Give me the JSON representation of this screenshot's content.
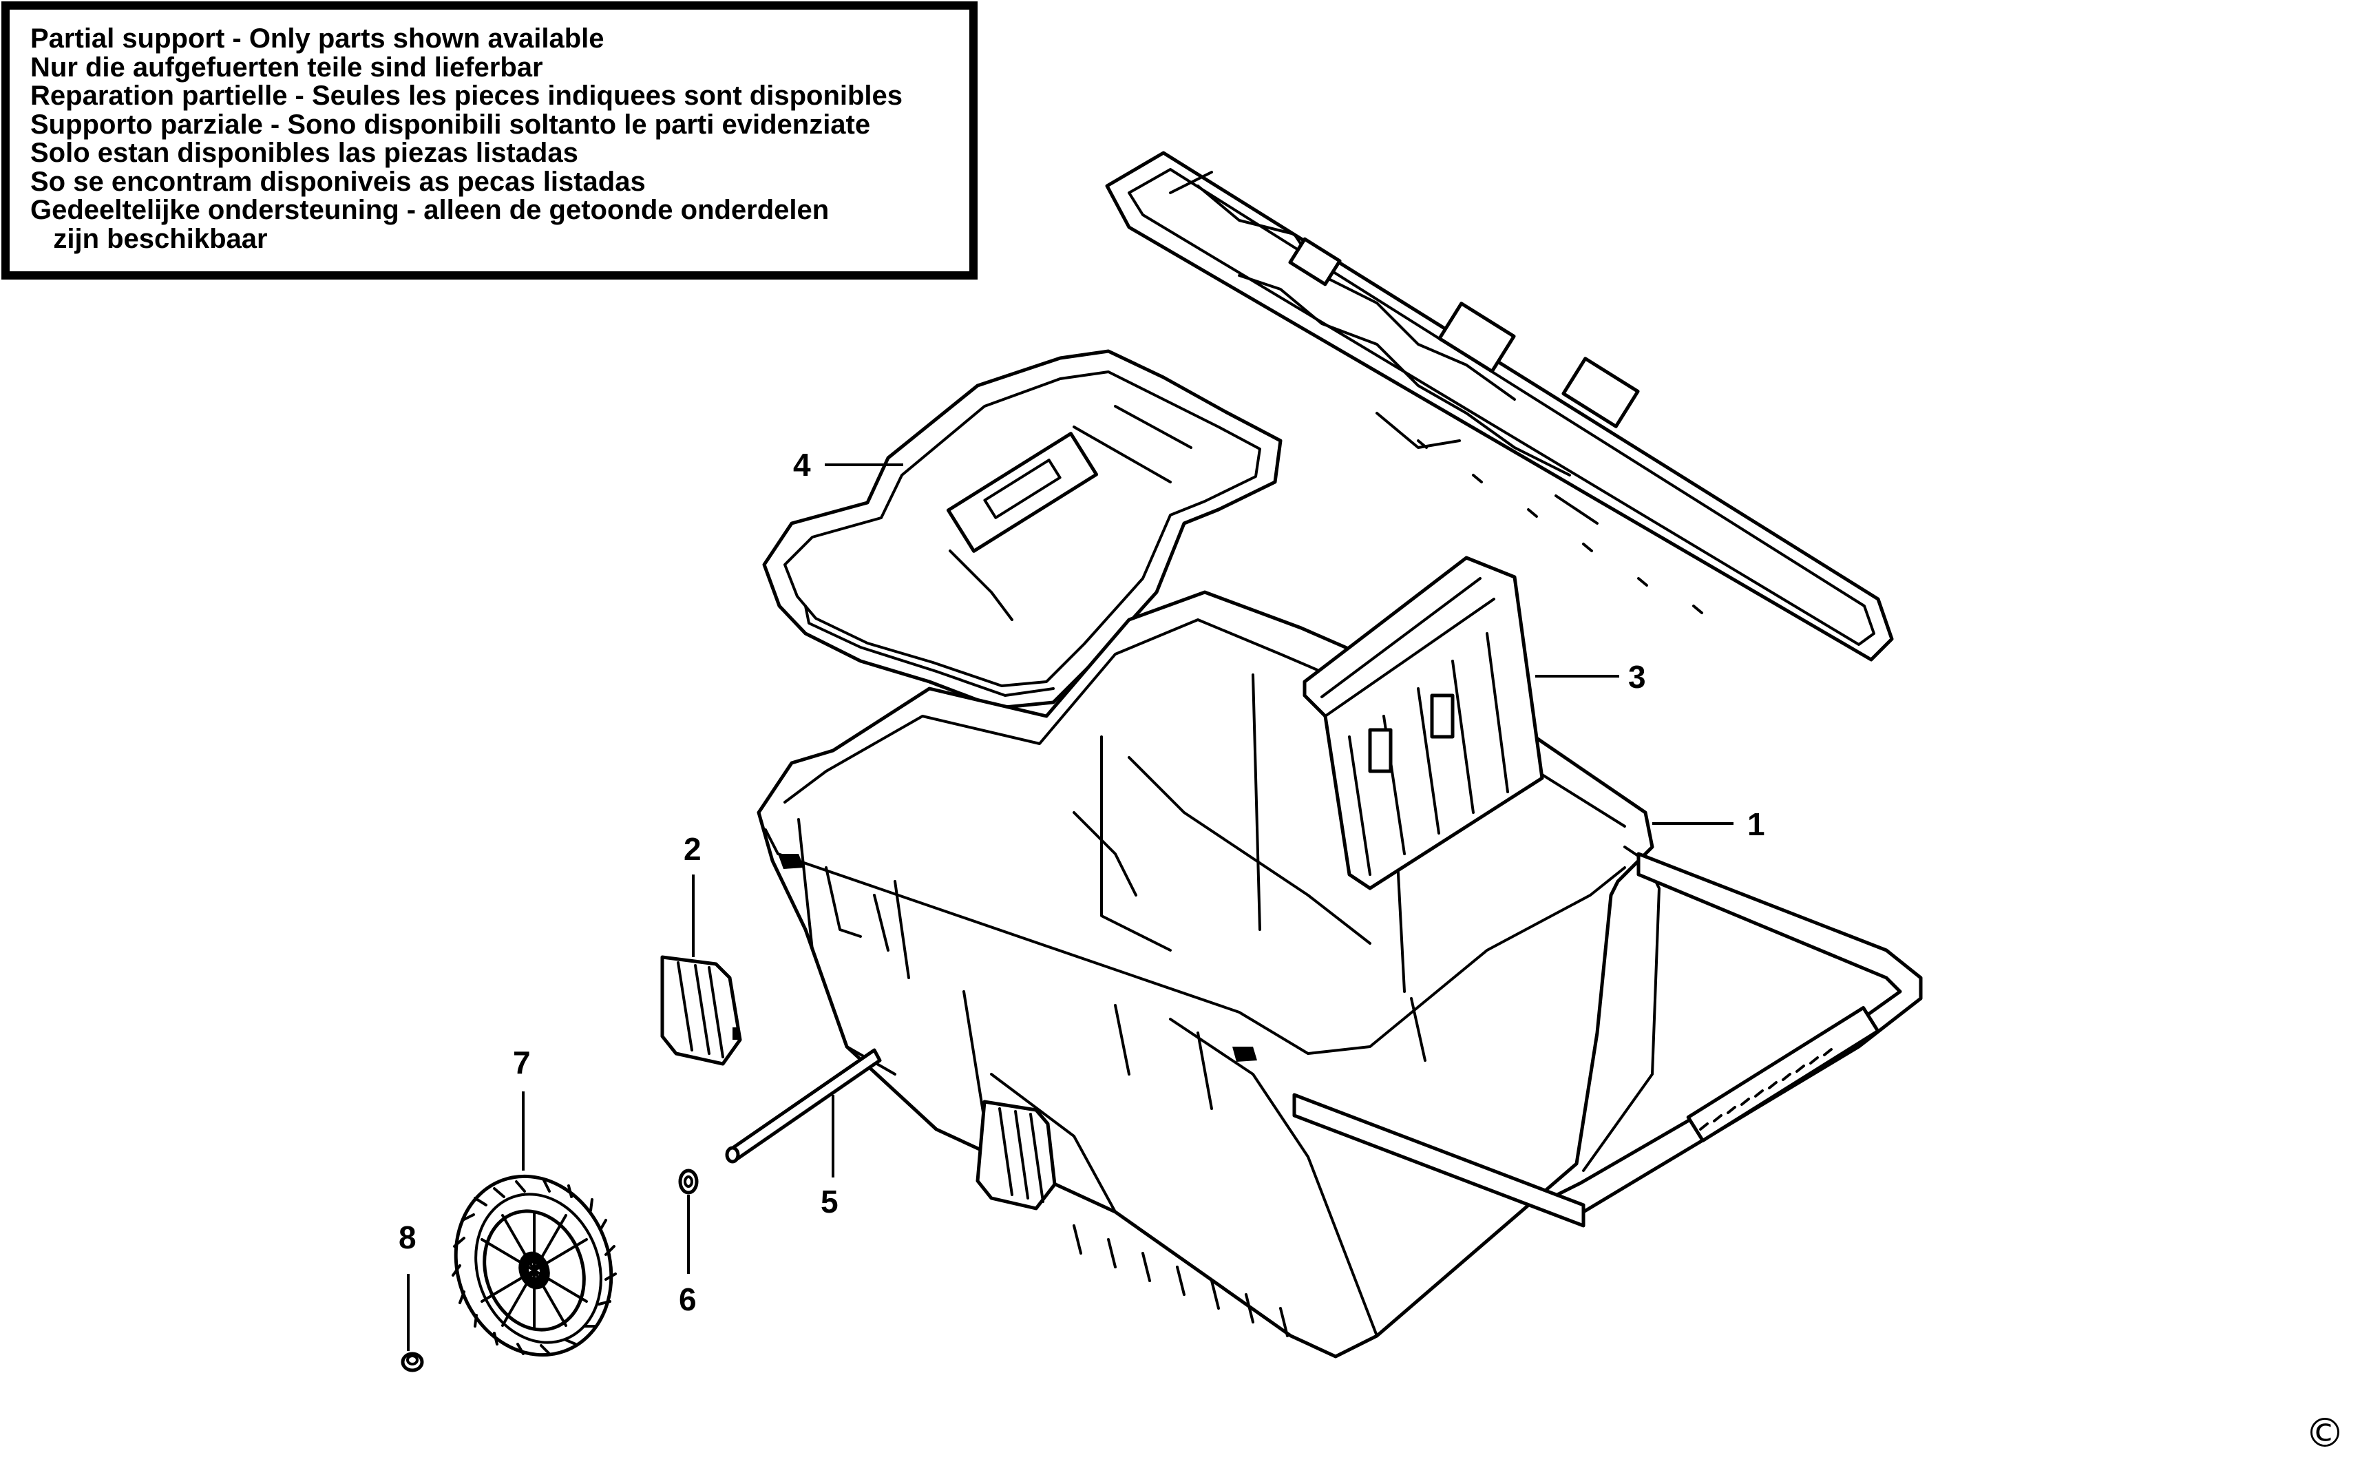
{
  "notice": {
    "lines": [
      "Partial support - Only parts shown available",
      "Nur die aufgefuerten teile sind lieferbar",
      "Reparation partielle - Seules les pieces indiquees sont disponibles",
      "Supporto parziale - Sono disponibili soltanto le parti evidenziate",
      "Solo estan disponibles las piezas listadas",
      "So se encontram disponiveis as pecas listadas",
      "Gedeeltelijke ondersteuning - alleen de getoonde onderdelen",
      "   zijn beschikbaar"
    ]
  },
  "callouts": {
    "p1": "1",
    "p2": "2",
    "p3": "3",
    "p4": "4",
    "p5": "5",
    "p6": "6",
    "p7": "7",
    "p8": "8"
  },
  "copyright": "©"
}
